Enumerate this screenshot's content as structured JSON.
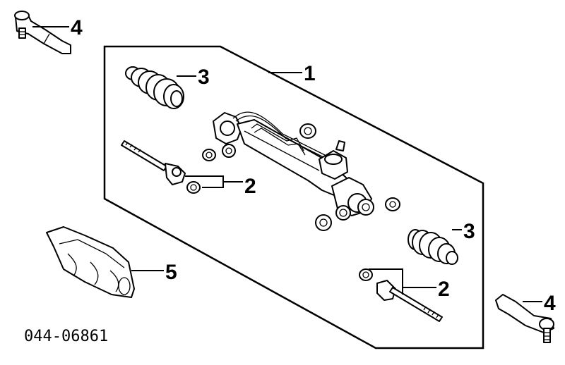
{
  "callouts": {
    "rack_assembly": "1",
    "tie_rod_upper": "2",
    "tie_rod_lower": "2",
    "boot_upper": "3",
    "boot_lower": "3",
    "tie_rod_end_left": "4",
    "tie_rod_end_right": "4",
    "heat_shield": "5"
  },
  "diagram_code": "044-06861"
}
